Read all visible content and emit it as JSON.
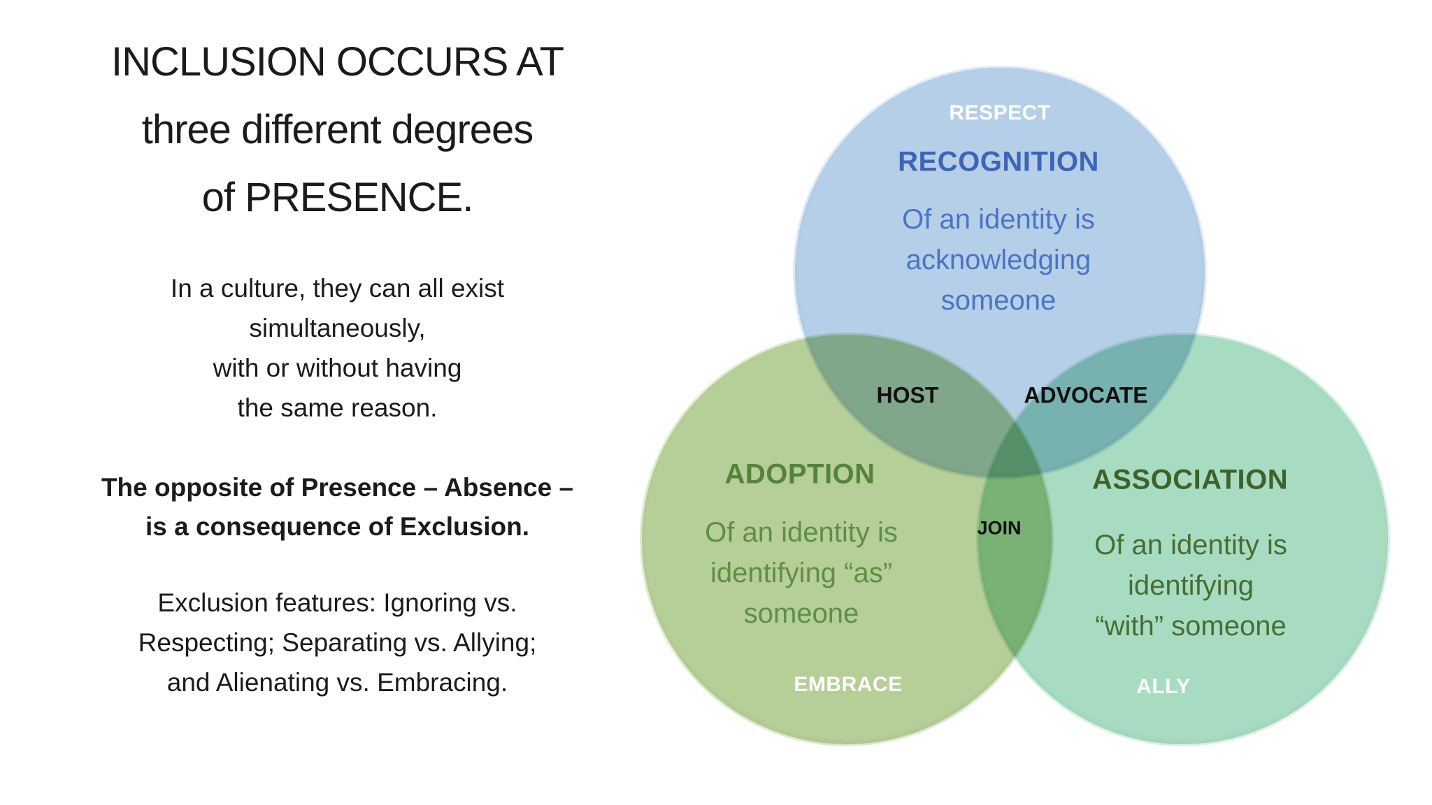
{
  "left_panel": {
    "title": {
      "line1": "INCLUSION OCCURS AT",
      "line2": "three different degrees",
      "line3": "of PRESENCE."
    },
    "intro": {
      "line1": "In a culture, they can all exist",
      "line2": "simultaneously,",
      "line3": "with or without having",
      "line4": "the same reason."
    },
    "opposite": {
      "line1": "The opposite of Presence – Absence –",
      "line2": "is a consequence of Exclusion."
    },
    "exclusion": {
      "line1": "Exclusion features: Ignoring vs.",
      "line2": "Respecting; Separating vs. Allying;",
      "line3": "and Alienating vs. Embracing."
    }
  },
  "venn": {
    "recognition": {
      "outer_label": "RESPECT",
      "title": "RECOGNITION",
      "body_line1": "Of an identity is",
      "body_line2": "acknowledging",
      "body_line3": "someone",
      "fill": "#B5CFE8",
      "title_color": "#3E64B6",
      "body_color": "#4C74C4"
    },
    "adoption": {
      "outer_label": "EMBRACE",
      "title": "ADOPTION",
      "body_line1": "Of an identity is",
      "body_line2": "identifying “as”",
      "body_line3": "someone",
      "fill": "#B6CE98",
      "title_color": "#55833A",
      "body_color": "#5E8F45"
    },
    "association": {
      "outer_label": "ALLY",
      "title": "ASSOCIATION",
      "body_line1": "Of an identity is",
      "body_line2": "identifying",
      "body_line3": "“with” someone",
      "fill": "#A8DCC2",
      "title_color": "#3F612C",
      "body_color": "#486D33"
    },
    "intersections": {
      "host": "HOST",
      "advocate": "ADVOCATE",
      "join": "JOIN"
    }
  }
}
